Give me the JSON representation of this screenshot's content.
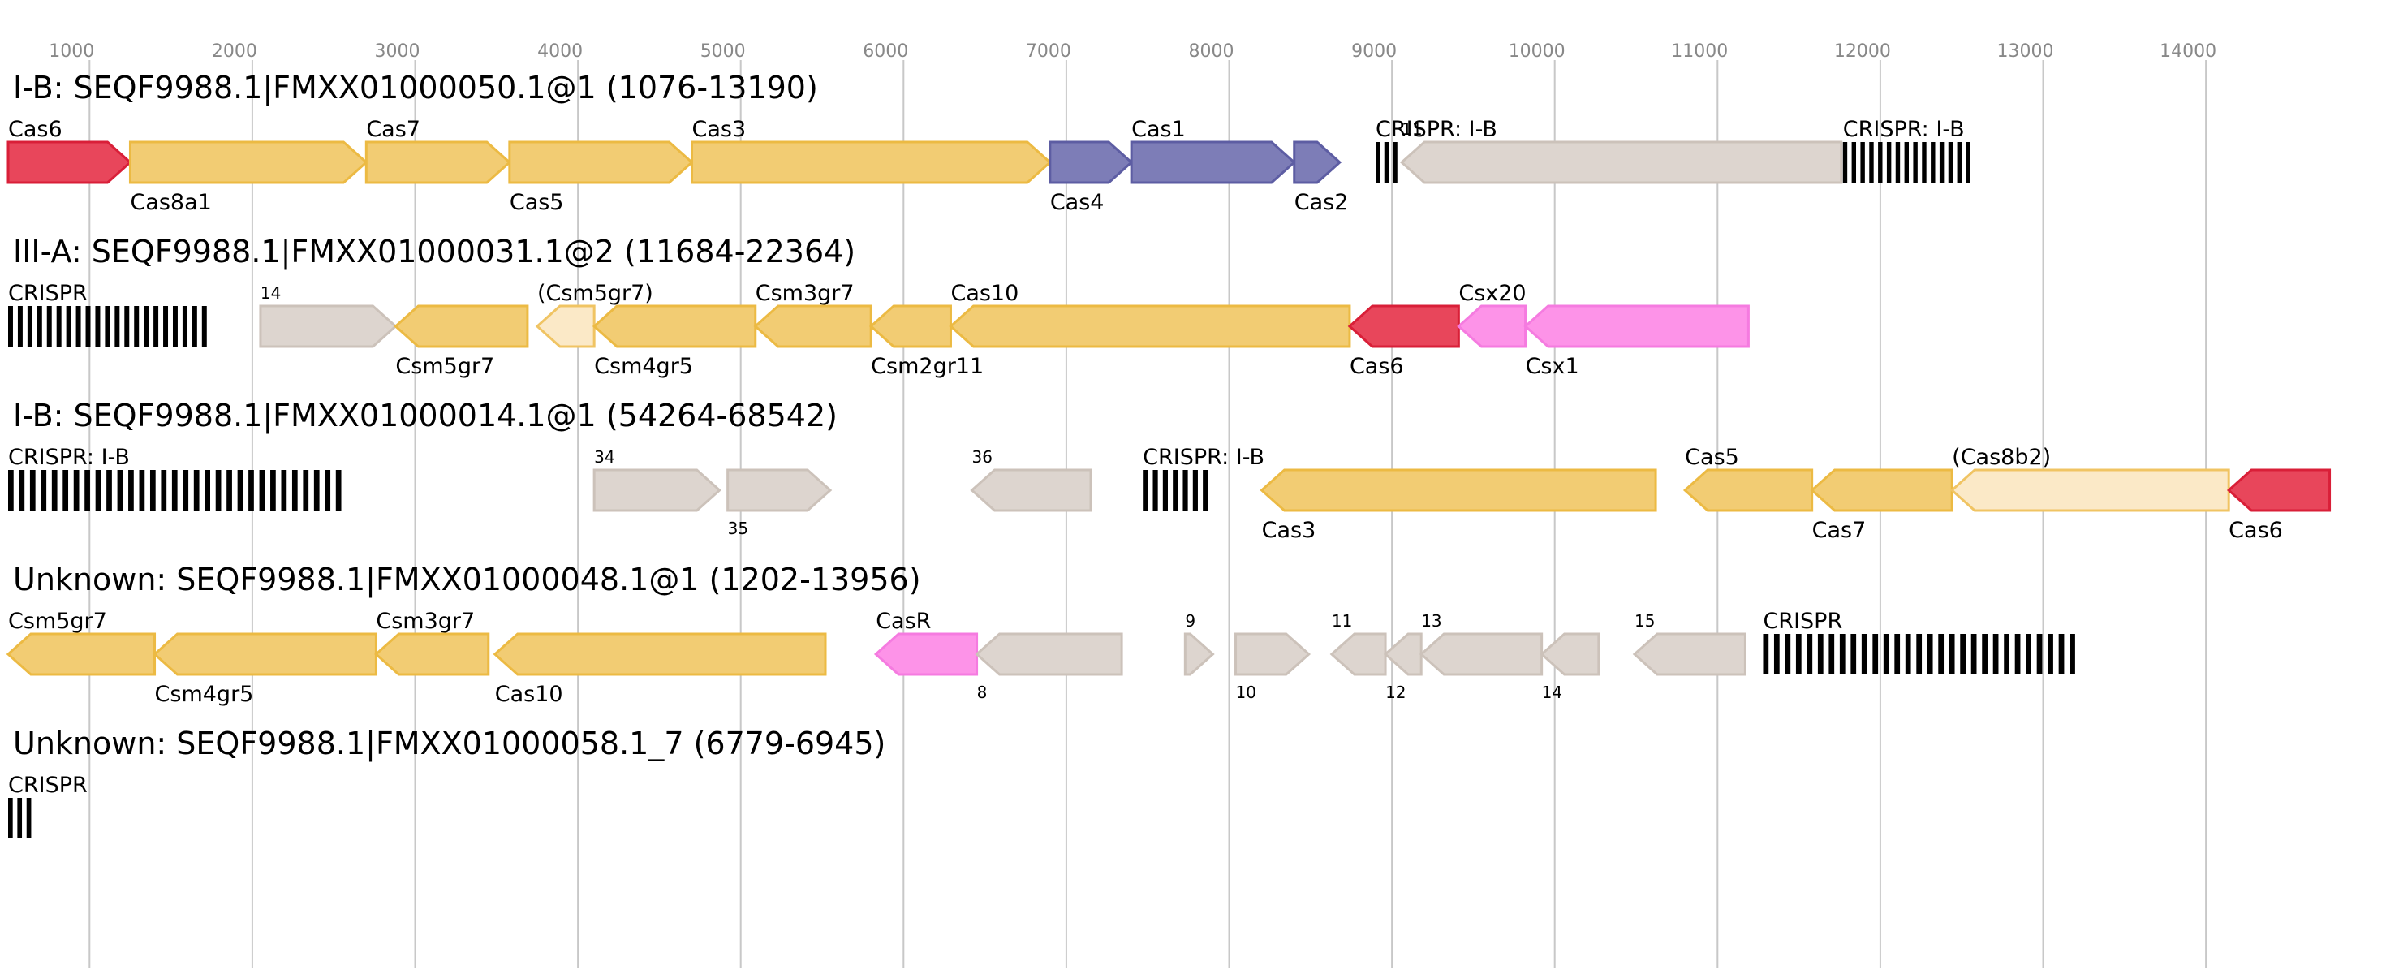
{
  "palette": {
    "cas_core": "#f2cc73",
    "cas_core_stroke": "#ecba43",
    "cas_uncertain": "#fbe9c7",
    "cas_uncertain_stroke": "#f0c463",
    "cas_adapt": "#7d7db7",
    "cas_adapt_stroke": "#5d5da3",
    "cas6": "#e8465b",
    "cas6_stroke": "#d91f38",
    "csx": "#fd93e8",
    "csx_stroke": "#f57be0",
    "other": "#ddd5cf",
    "other_stroke": "#ccc2ba",
    "crispr": "#000000",
    "grid": "#c8c8c8",
    "tick_text": "#888888"
  },
  "axis": {
    "ticks": [
      {
        "value": 1000,
        "label": "1000"
      },
      {
        "value": 2000,
        "label": "2000"
      },
      {
        "value": 3000,
        "label": "3000"
      },
      {
        "value": 4000,
        "label": "4000"
      },
      {
        "value": 5000,
        "label": "5000"
      },
      {
        "value": 6000,
        "label": "6000"
      },
      {
        "value": 7000,
        "label": "7000"
      },
      {
        "value": 8000,
        "label": "8000"
      },
      {
        "value": 9000,
        "label": "9000"
      },
      {
        "value": 10000,
        "label": "10000"
      },
      {
        "value": 11000,
        "label": "11000"
      },
      {
        "value": 12000,
        "label": "12000"
      },
      {
        "value": 13000,
        "label": "13000"
      },
      {
        "value": 14000,
        "label": "14000"
      }
    ]
  },
  "tracks": [
    {
      "title": "I-B: SEQF9988.1|FMXX01000050.1@1 (1076-13190)",
      "features": [
        {
          "kind": "gene",
          "start": 0,
          "end": 750,
          "strand": "+",
          "cat": "cas6",
          "label": "Cas6",
          "pos": "above"
        },
        {
          "kind": "gene",
          "start": 750,
          "end": 2200,
          "strand": "+",
          "cat": "cas_core",
          "label": "Cas8a1",
          "pos": "below"
        },
        {
          "kind": "gene",
          "start": 2200,
          "end": 3080,
          "strand": "+",
          "cat": "cas_core",
          "label": "Cas7",
          "pos": "above"
        },
        {
          "kind": "gene",
          "start": 3080,
          "end": 4200,
          "strand": "+",
          "cat": "cas_core",
          "label": "Cas5",
          "pos": "below"
        },
        {
          "kind": "gene",
          "start": 4200,
          "end": 6400,
          "strand": "+",
          "cat": "cas_core",
          "label": "Cas3",
          "pos": "above"
        },
        {
          "kind": "gene",
          "start": 6400,
          "end": 6900,
          "strand": "+",
          "cat": "cas_adapt",
          "label": "Cas4",
          "pos": "below"
        },
        {
          "kind": "gene",
          "start": 6900,
          "end": 7900,
          "strand": "+",
          "cat": "cas_adapt",
          "label": "Cas1",
          "pos": "above"
        },
        {
          "kind": "gene",
          "start": 7900,
          "end": 8180,
          "strand": "+",
          "cat": "cas_adapt",
          "label": "Cas2",
          "pos": "below"
        },
        {
          "kind": "crispr",
          "start": 8400,
          "end": 8560,
          "bars": 3,
          "label": "CRISPR: I-B",
          "pos": "above"
        },
        {
          "kind": "gene",
          "start": 8560,
          "end": 11260,
          "strand": "-",
          "cat": "other",
          "label": "11",
          "pos": "above",
          "small": true
        },
        {
          "kind": "crispr",
          "start": 11270,
          "end": 12080,
          "bars": 15,
          "label": "CRISPR: I-B",
          "pos": "above"
        }
      ]
    },
    {
      "title": "III-A: SEQF9988.1|FMXX01000031.1@2 (11684-22364)",
      "features": [
        {
          "kind": "crispr",
          "start": 0,
          "end": 1250,
          "bars": 21,
          "label": "CRISPR",
          "pos": "above"
        },
        {
          "kind": "gene",
          "start": 1550,
          "end": 2380,
          "strand": "+",
          "cat": "other",
          "label": "14",
          "pos": "above",
          "small": true
        },
        {
          "kind": "gene",
          "start": 2380,
          "end": 3190,
          "strand": "-",
          "cat": "cas_core",
          "label": "Csm5gr7",
          "pos": "below"
        },
        {
          "kind": "gene",
          "start": 3250,
          "end": 3600,
          "strand": "-",
          "cat": "cas_uncertain",
          "label": "(Csm5gr7)",
          "pos": "above"
        },
        {
          "kind": "gene",
          "start": 3600,
          "end": 4590,
          "strand": "-",
          "cat": "cas_core",
          "label": "Csm4gr5",
          "pos": "below"
        },
        {
          "kind": "gene",
          "start": 4590,
          "end": 5300,
          "strand": "-",
          "cat": "cas_core",
          "label": "Csm3gr7",
          "pos": "above"
        },
        {
          "kind": "gene",
          "start": 5300,
          "end": 5790,
          "strand": "-",
          "cat": "cas_core",
          "label": "Csm2gr11",
          "pos": "below"
        },
        {
          "kind": "gene",
          "start": 5790,
          "end": 8240,
          "strand": "-",
          "cat": "cas_core",
          "label": "Cas10",
          "pos": "above"
        },
        {
          "kind": "gene",
          "start": 8240,
          "end": 8910,
          "strand": "-",
          "cat": "cas6",
          "label": "Cas6",
          "pos": "below"
        },
        {
          "kind": "gene",
          "start": 8910,
          "end": 9320,
          "strand": "-",
          "cat": "csx",
          "label": "Csx20",
          "pos": "above"
        },
        {
          "kind": "gene",
          "start": 9320,
          "end": 10690,
          "strand": "-",
          "cat": "csx",
          "label": "Csx1",
          "pos": "below"
        }
      ]
    },
    {
      "title": "I-B: SEQF9988.1|FMXX01000014.1@1 (54264-68542)",
      "features": [
        {
          "kind": "crispr",
          "start": 0,
          "end": 2080,
          "bars": 31,
          "label": "CRISPR: I-B",
          "pos": "above"
        },
        {
          "kind": "gene",
          "start": 3600,
          "end": 4370,
          "strand": "+",
          "cat": "other",
          "label": "34",
          "pos": "above",
          "small": true
        },
        {
          "kind": "gene",
          "start": 4420,
          "end": 5050,
          "strand": "+",
          "cat": "other",
          "label": "35",
          "pos": "below",
          "small": true
        },
        {
          "kind": "gene",
          "start": 5920,
          "end": 6650,
          "strand": "-",
          "cat": "other",
          "label": "36",
          "pos": "above",
          "small": true
        },
        {
          "kind": "crispr",
          "start": 6970,
          "end": 7400,
          "bars": 7,
          "label": "CRISPR: I-B",
          "pos": "above"
        },
        {
          "kind": "gene",
          "start": 7700,
          "end": 10120,
          "strand": "-",
          "cat": "cas_core",
          "label": "Cas3",
          "pos": "below"
        },
        {
          "kind": "gene",
          "start": 10300,
          "end": 11080,
          "strand": "-",
          "cat": "cas_core",
          "label": "Cas5",
          "pos": "above"
        },
        {
          "kind": "gene",
          "start": 11080,
          "end": 11940,
          "strand": "-",
          "cat": "cas_core",
          "label": "Cas7",
          "pos": "below"
        },
        {
          "kind": "gene",
          "start": 11940,
          "end": 13640,
          "strand": "-",
          "cat": "cas_uncertain",
          "label": "(Cas8b2)",
          "pos": "above"
        },
        {
          "kind": "gene",
          "start": 13640,
          "end": 14260,
          "strand": "-",
          "cat": "cas6",
          "label": "Cas6",
          "pos": "below"
        }
      ]
    },
    {
      "title": "Unknown: SEQF9988.1|FMXX01000048.1@1 (1202-13956)",
      "features": [
        {
          "kind": "gene",
          "start": 0,
          "end": 900,
          "strand": "-",
          "cat": "cas_core",
          "label": "Csm5gr7",
          "pos": "above"
        },
        {
          "kind": "gene",
          "start": 900,
          "end": 2260,
          "strand": "-",
          "cat": "cas_core",
          "label": "Csm4gr5",
          "pos": "below"
        },
        {
          "kind": "gene",
          "start": 2260,
          "end": 2950,
          "strand": "-",
          "cat": "cas_core",
          "label": "Csm3gr7",
          "pos": "above"
        },
        {
          "kind": "gene",
          "start": 2990,
          "end": 5020,
          "strand": "-",
          "cat": "cas_core",
          "label": "Cas10",
          "pos": "below"
        },
        {
          "kind": "gene",
          "start": 5330,
          "end": 5950,
          "strand": "-",
          "cat": "csx",
          "label": "CasR",
          "pos": "above"
        },
        {
          "kind": "gene",
          "start": 5950,
          "end": 6840,
          "strand": "-",
          "cat": "other",
          "label": "8",
          "pos": "below",
          "small": true
        },
        {
          "kind": "gene",
          "start": 7230,
          "end": 7400,
          "strand": "+",
          "cat": "other",
          "label": "9",
          "pos": "above",
          "small": true
        },
        {
          "kind": "gene",
          "start": 7540,
          "end": 7990,
          "strand": "+",
          "cat": "other",
          "label": "10",
          "pos": "below",
          "small": true
        },
        {
          "kind": "gene",
          "start": 8130,
          "end": 8460,
          "strand": "-",
          "cat": "other",
          "label": "11",
          "pos": "above",
          "small": true
        },
        {
          "kind": "gene",
          "start": 8460,
          "end": 8680,
          "strand": "-",
          "cat": "other",
          "label": "12",
          "pos": "below",
          "small": true
        },
        {
          "kind": "gene",
          "start": 8680,
          "end": 9420,
          "strand": "-",
          "cat": "other",
          "label": "13",
          "pos": "above",
          "small": true
        },
        {
          "kind": "gene",
          "start": 9420,
          "end": 9770,
          "strand": "-",
          "cat": "other",
          "label": "14",
          "pos": "below",
          "small": true
        },
        {
          "kind": "gene",
          "start": 9990,
          "end": 10670,
          "strand": "-",
          "cat": "other",
          "label": "15",
          "pos": "above",
          "small": true
        },
        {
          "kind": "crispr",
          "start": 10780,
          "end": 12730,
          "bars": 29,
          "label": "CRISPR",
          "pos": "above"
        }
      ]
    },
    {
      "title": "Unknown: SEQF9988.1|FMXX01000058.1_7 (6779-6945)",
      "features": [
        {
          "kind": "crispr",
          "start": 0,
          "end": 170,
          "bars": 3,
          "label": "CRISPR",
          "pos": "above"
        }
      ]
    }
  ]
}
